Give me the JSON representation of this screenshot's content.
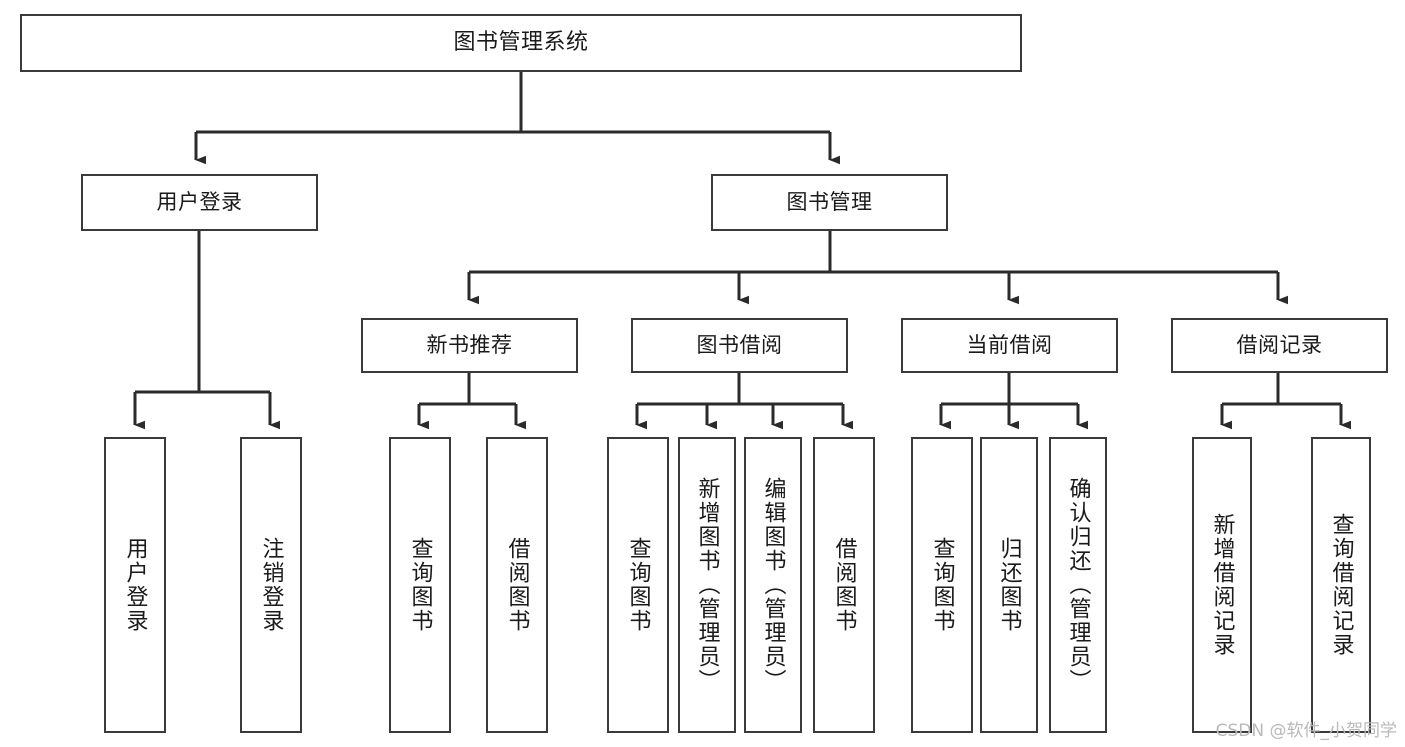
{
  "diagram": {
    "title": "图书管理系统",
    "type": "tree-hierarchy-chart",
    "watermark": "CSDN @软件_小贺同学",
    "colors": {
      "box_border": "#3a3a3a",
      "box_fill": "#ffffff",
      "connector": "#2b2b2b",
      "text": "#1a1a1a",
      "watermark": "#b9b9b9",
      "background": "#ffffff"
    },
    "nodes": {
      "root": {
        "label": "图书管理系统"
      },
      "level1": [
        {
          "label": "用户登录"
        },
        {
          "label": "图书管理"
        }
      ],
      "level2": [
        {
          "label": "新书推荐"
        },
        {
          "label": "图书借阅"
        },
        {
          "label": "当前借阅"
        },
        {
          "label": "借阅记录"
        }
      ],
      "leaves": {
        "user_login": [
          {
            "label": "用户登录"
          },
          {
            "label": "注销登录"
          }
        ],
        "new_book_recommend": [
          {
            "label": "查询图书"
          },
          {
            "label": "借阅图书"
          }
        ],
        "book_borrow": [
          {
            "label": "查询图书"
          },
          {
            "label": "新增图书（管理员）"
          },
          {
            "label": "编辑图书（管理员）"
          },
          {
            "label": "借阅图书"
          }
        ],
        "current_borrow": [
          {
            "label": "查询图书"
          },
          {
            "label": "归还图书"
          },
          {
            "label": "确认归还（管理员）"
          }
        ],
        "borrow_record": [
          {
            "label": "新增借阅记录"
          },
          {
            "label": "查询借阅记录"
          }
        ]
      }
    }
  }
}
